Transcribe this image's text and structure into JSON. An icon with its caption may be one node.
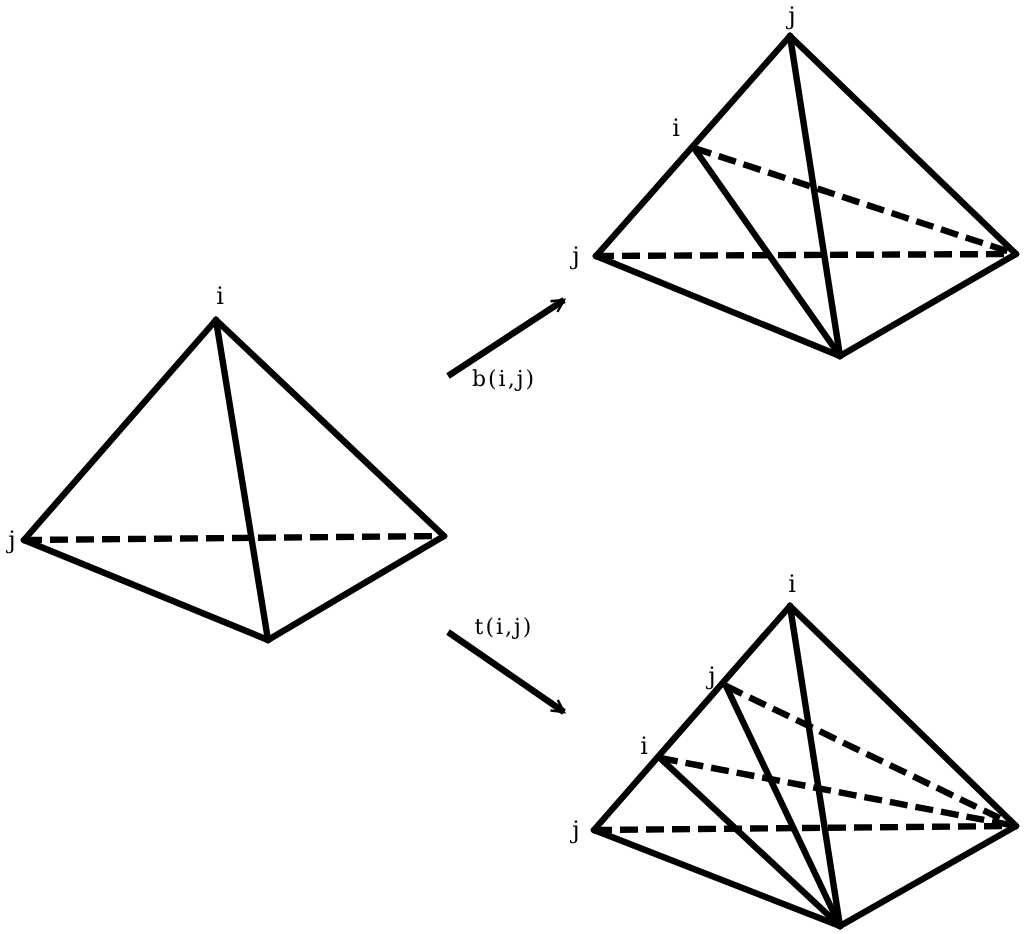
{
  "diagram": {
    "nodes": [
      {
        "text": [
          "i",
          "j"
        ]
      },
      {
        "text": [
          "j",
          "i",
          "j"
        ]
      },
      {
        "text": [
          "i",
          "j",
          "i",
          "j"
        ]
      }
    ],
    "edges": [
      {
        "from": 0,
        "to": 1,
        "arrow": "to",
        "label": "b(i,j)"
      },
      {
        "from": 0,
        "to": 2,
        "arrow": "to",
        "label": "t(i,j)"
      }
    ]
  }
}
